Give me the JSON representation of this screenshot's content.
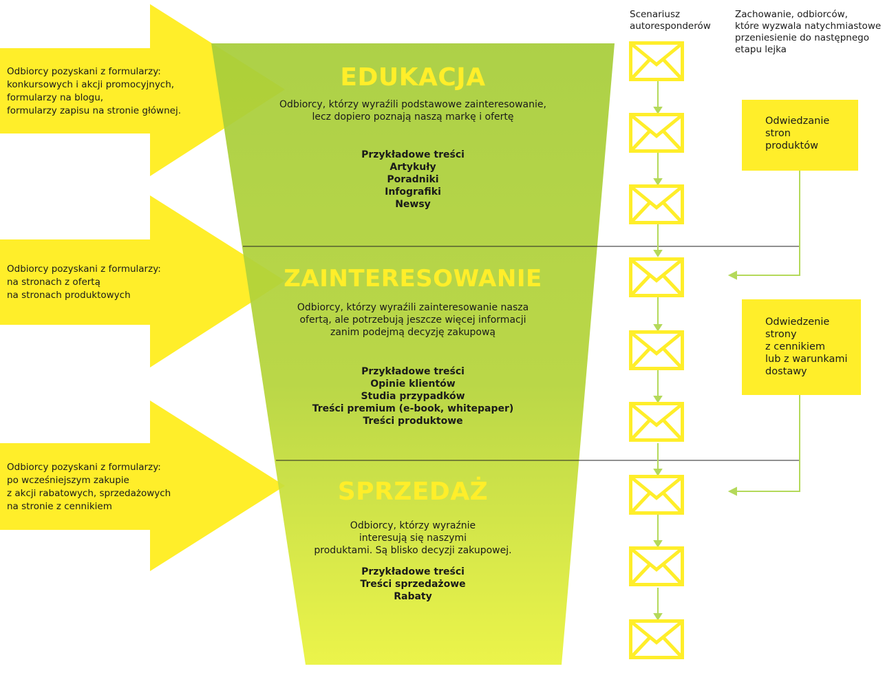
{
  "colors": {
    "yellow": "#ffee2a",
    "funnel_top": "#a7cd3a",
    "funnel_bottom": "#dff03c",
    "connector_green": "#b4d95a",
    "divider": "#222222"
  },
  "column_headers": {
    "autoresponder": [
      "Scenariusz",
      "autoresponderów"
    ],
    "behavior": [
      "Zachowanie, odbiorców,",
      "które wyzwala natychmiastowe",
      "przeniesienie do następnego",
      "etapu lejka"
    ]
  },
  "sources": [
    {
      "lines": [
        "Odbiorcy pozyskani z formularzy:",
        "konkursowych i akcji promocyjnych,",
        "formularzy na blogu,",
        "formularzy zapisu na stronie głównej."
      ]
    },
    {
      "lines": [
        "Odbiorcy pozyskani z formularzy:",
        "na stronach z ofertą",
        "na stronach produktowych"
      ]
    },
    {
      "lines": [
        "Odbiorcy pozyskani z formularzy:",
        "po wcześniejszym zakupie",
        "z akcji rabatowych, sprzedażowych",
        "na stronie z cennikiem"
      ]
    }
  ],
  "stages": [
    {
      "title": "EDUKACJA",
      "description": [
        "Odbiorcy, którzy wyraźili podstawowe zainteresowanie,",
        "lecz dopiero poznają naszą markę i ofertę"
      ],
      "content_heading": "Przykładowe treści",
      "content_items": [
        "Artykuły",
        "Poradniki",
        "Infografiki",
        "Newsy"
      ]
    },
    {
      "title": "ZAINTERESOWANIE",
      "description": [
        "Odbiorcy, którzy wyraźili zainteresowanie nasza",
        "ofertą, ale potrzebują jeszcze więcej informacji",
        "zanim podejmą decyzję zakupową"
      ],
      "content_heading": "Przykładowe treści",
      "content_items": [
        "Opinie klientów",
        "Studia przypadków",
        "Treści premium (e-book, whitepaper)",
        "Treści produktowe"
      ]
    },
    {
      "title": "SPRZEDAŻ",
      "description": [
        "Odbiorcy, którzy wyraźnie",
        "interesują się naszymi",
        "produktami. Są blisko decyzji zakupowej."
      ],
      "content_heading": "Przykładowe treści",
      "content_items": [
        "Treści sprzedażowe",
        "Rabaty"
      ]
    }
  ],
  "triggers": [
    {
      "lines": [
        "Odwiedzanie",
        "stron",
        "produktów"
      ]
    },
    {
      "lines": [
        "Odwiedzenie",
        "strony",
        "z cennikiem",
        "lub z warunkami",
        "dostawy"
      ]
    }
  ],
  "email_steps": [
    {
      "icon": "envelope-icon"
    },
    {
      "icon": "envelope-icon"
    },
    {
      "icon": "envelope-icon"
    },
    {
      "icon": "envelope-icon"
    },
    {
      "icon": "envelope-icon"
    },
    {
      "icon": "envelope-icon"
    },
    {
      "icon": "envelope-icon"
    },
    {
      "icon": "envelope-icon"
    },
    {
      "icon": "envelope-icon"
    }
  ]
}
